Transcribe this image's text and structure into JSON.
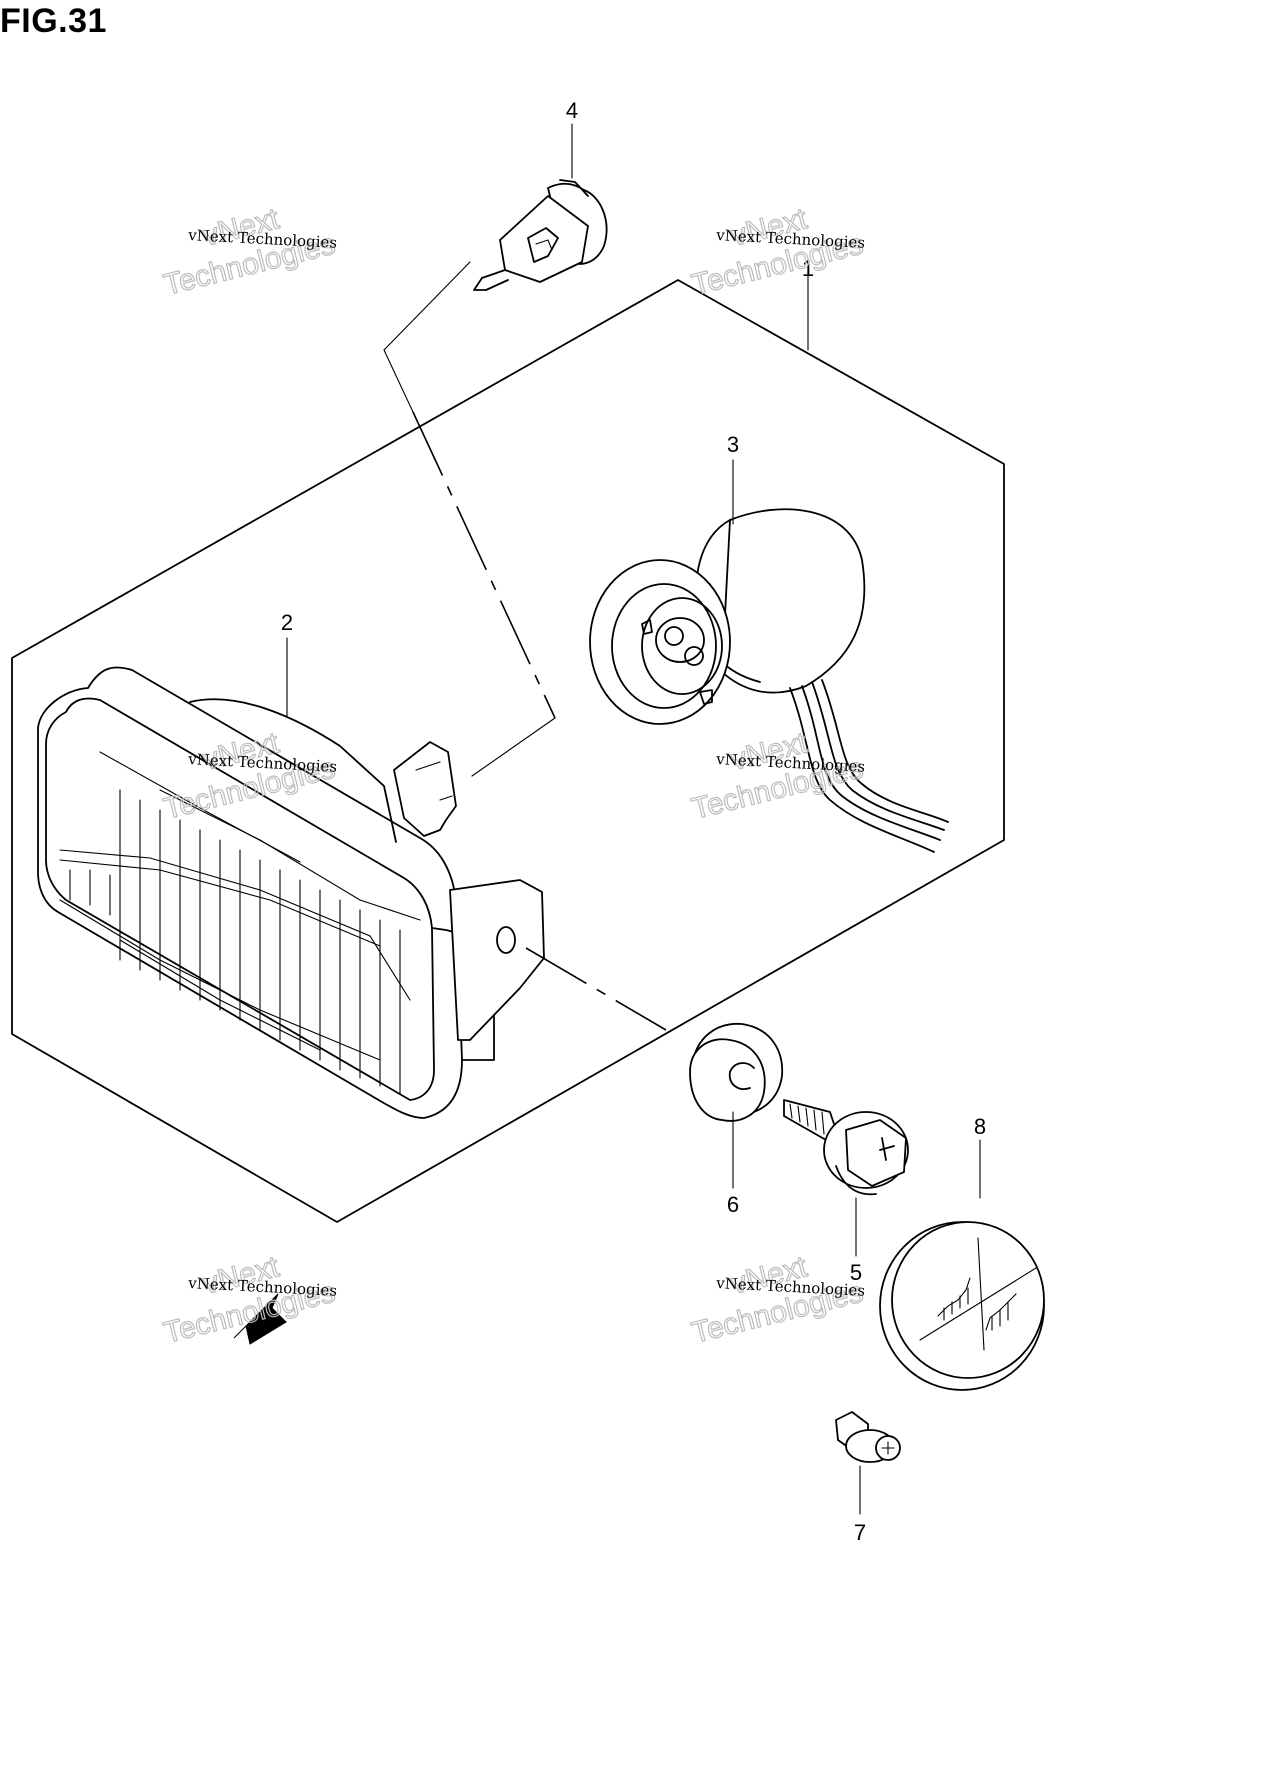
{
  "figure": {
    "title": "FIG.31"
  },
  "callouts": [
    {
      "id": "1",
      "label": "1"
    },
    {
      "id": "2",
      "label": "2"
    },
    {
      "id": "3",
      "label": "3"
    },
    {
      "id": "4",
      "label": "4"
    },
    {
      "id": "5",
      "label": "5"
    },
    {
      "id": "6",
      "label": "6"
    },
    {
      "id": "7",
      "label": "7"
    },
    {
      "id": "8",
      "label": "8"
    }
  ],
  "watermark": {
    "line_small": "vNext Technologies",
    "line_big_1": "vNext",
    "line_big_2": "Technologies"
  },
  "colors": {
    "line": "#000000",
    "watermark": "#bdbdbd",
    "background": "#ffffff"
  },
  "icons": {
    "front_arrow": "front-arrow-icon"
  }
}
